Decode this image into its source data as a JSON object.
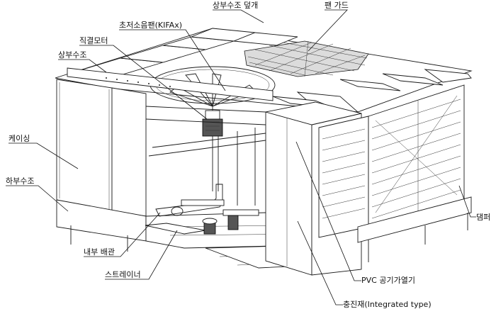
{
  "diagram": {
    "labels": {
      "top_cover": "상부수조 덮개",
      "fan_guard": "팬 가드",
      "fan": "초저소음팬(KIFAx)",
      "motor": "직결모터",
      "upper_basin": "상부수조",
      "casing": "케이싱",
      "lower_basin": "하부수조",
      "internal_piping": "내부 배관",
      "strainer": "스트레이너",
      "pvc_eliminator": "PVC 공기가열기",
      "fill": "충진재(Integrated type)",
      "damper": "댐퍼"
    }
  }
}
